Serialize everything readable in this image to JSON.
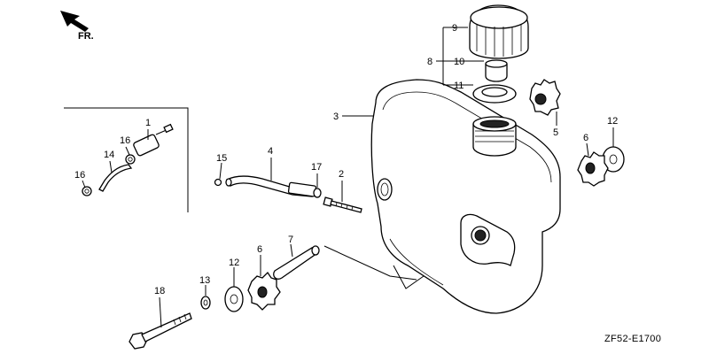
{
  "direction_label": "FR.",
  "diagram_code": "ZF52-E1700",
  "callouts": {
    "c1": "1",
    "c2": "2",
    "c3": "3",
    "c4": "4",
    "c5": "5",
    "c6a": "6",
    "c6b": "6",
    "c7": "7",
    "c8": "8",
    "c9": "9",
    "c10": "10",
    "c11": "11",
    "c12a": "12",
    "c12b": "12",
    "c13": "13",
    "c14": "14",
    "c15": "15",
    "c16a": "16",
    "c16b": "16",
    "c17": "17",
    "c18": "18"
  }
}
